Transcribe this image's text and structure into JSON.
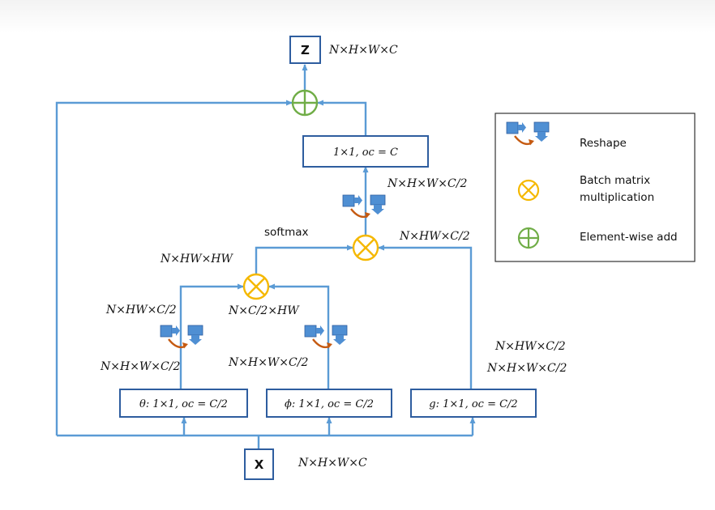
{
  "nodes": {
    "z_label": "Z",
    "x_label": "X",
    "conv_out": "1×1, oc = C",
    "theta": "θ: 1×1, oc = C/2",
    "phi": "ϕ: 1×1, oc = C/2",
    "g": "g: 1×1, oc = C/2"
  },
  "annotations": {
    "z_shape": "N×H×W×C",
    "x_shape": "N×H×W×C",
    "pre_conv_shape": "N×H×W×C/2",
    "softmax": "softmax",
    "g_branch_in": "N×HW×C/2",
    "attn_shape": "N×HW×HW",
    "theta_top": "N×HW×C/2",
    "phi_top": "N×C/2×HW",
    "theta_bottom": "N×H×W×C/2",
    "phi_bottom": "N×H×W×C/2",
    "g_top": "N×HW×C/2",
    "g_bottom": "N×H×W×C/2"
  },
  "legend": {
    "reshape": "Reshape",
    "batch_mm_line1": "Batch matrix",
    "batch_mm_line2": "multiplication",
    "add": "Element-wise add"
  },
  "colors": {
    "line": "#5b9bd5",
    "box_border": "#2e5d9f",
    "multiply": "#f5b800",
    "add": "#70ad47",
    "reshape_square": "#4f8fd3",
    "reshape_arrow": "#c55a11"
  }
}
